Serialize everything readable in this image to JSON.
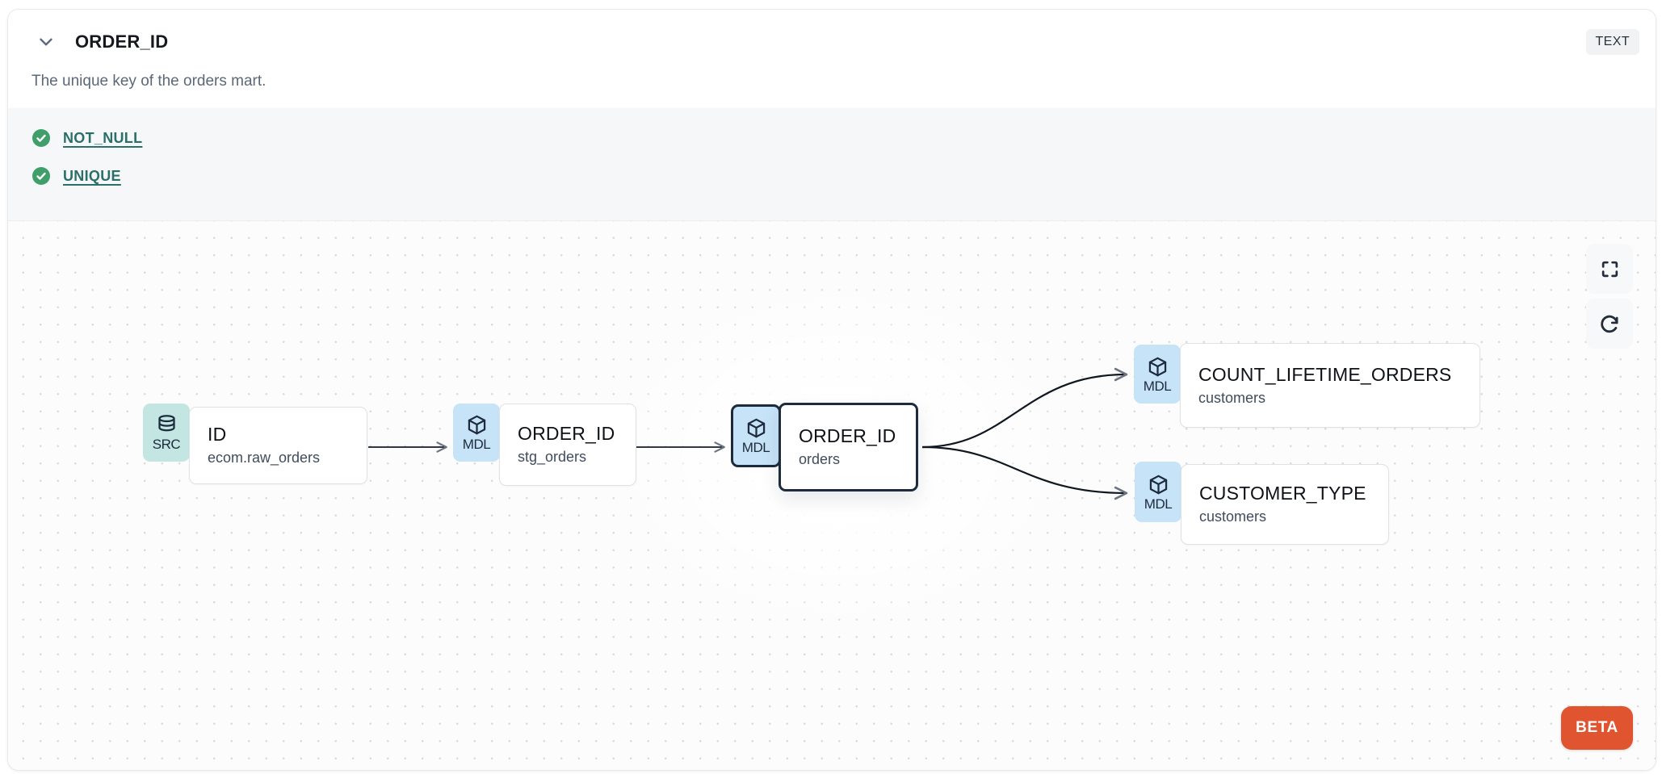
{
  "header": {
    "title": "ORDER_ID",
    "type_badge": "TEXT",
    "description": "The unique key of the orders mart."
  },
  "tests": {
    "items": [
      {
        "label": "NOT_NULL",
        "status": "pass"
      },
      {
        "label": "UNIQUE",
        "status": "pass"
      }
    ]
  },
  "lineage": {
    "nodes": [
      {
        "badge": "SRC",
        "icon": "database-icon",
        "name": "ID",
        "subtitle": "ecom.raw_orders",
        "highlighted": false
      },
      {
        "badge": "MDL",
        "icon": "cube-icon",
        "name": "ORDER_ID",
        "subtitle": "stg_orders",
        "highlighted": false
      },
      {
        "badge": "MDL",
        "icon": "cube-icon",
        "name": "ORDER_ID",
        "subtitle": "orders",
        "highlighted": true
      },
      {
        "badge": "MDL",
        "icon": "cube-icon",
        "name": "COUNT_LIFETIME_ORDERS",
        "subtitle": "customers",
        "highlighted": false
      },
      {
        "badge": "MDL",
        "icon": "cube-icon",
        "name": "CUSTOMER_TYPE",
        "subtitle": "customers",
        "highlighted": false
      }
    ],
    "edges": [
      {
        "from": "ID.ecom.raw_orders",
        "to": "ORDER_ID.stg_orders",
        "shape": "straight"
      },
      {
        "from": "ORDER_ID.stg_orders",
        "to": "ORDER_ID.orders",
        "shape": "straight"
      },
      {
        "from": "ORDER_ID.orders",
        "to": "COUNT_LIFETIME_ORDERS.customers",
        "shape": "curve"
      },
      {
        "from": "ORDER_ID.orders",
        "to": "CUSTOMER_TYPE.customers",
        "shape": "curve"
      }
    ],
    "beta_label": "BETA"
  },
  "colors": {
    "test_pass_green": "#3f9e6a",
    "test_link_teal": "#2b6f69",
    "src_badge": "#c3e6e2",
    "mdl_badge": "#c7e3f7",
    "highlight_navy": "#1e2b3c",
    "beta_orange": "#e0552f",
    "canvas_dot": "#d9dadc",
    "tests_bg": "#f5f7f9"
  }
}
